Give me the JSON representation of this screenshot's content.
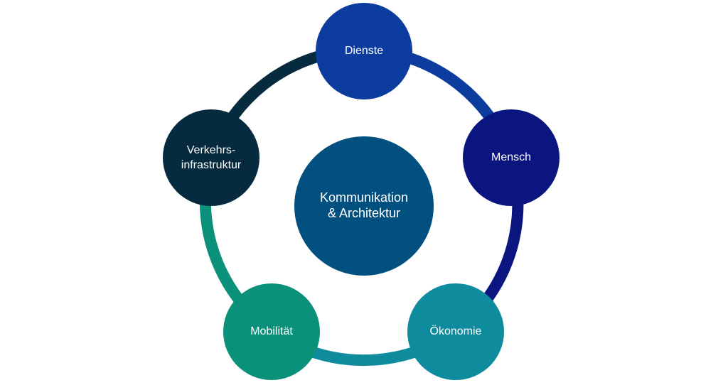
{
  "diagram": {
    "center": {
      "line1": "Kommunikation",
      "line2": "& Architektur",
      "color": "#02507F"
    },
    "nodes": [
      {
        "id": "dienste",
        "line1": "Dienste",
        "line2": "",
        "color": "#0B3C9E"
      },
      {
        "id": "mensch",
        "line1": "Mensch",
        "line2": "",
        "color": "#0A1580"
      },
      {
        "id": "oekonomie",
        "line1": "Ökonomie",
        "line2": "",
        "color": "#0F8B9E"
      },
      {
        "id": "mobilitaet",
        "line1": "Mobilität",
        "line2": "",
        "color": "#0B917A"
      },
      {
        "id": "verkehrsinfrastruktur",
        "line1": "Verkehrs-",
        "line2": "infrastruktur",
        "color": "#062A3E"
      }
    ],
    "ring_colors": [
      "#0B3C9E",
      "#0A1580",
      "#0F8B9E",
      "#0B917A",
      "#062A3E"
    ]
  }
}
